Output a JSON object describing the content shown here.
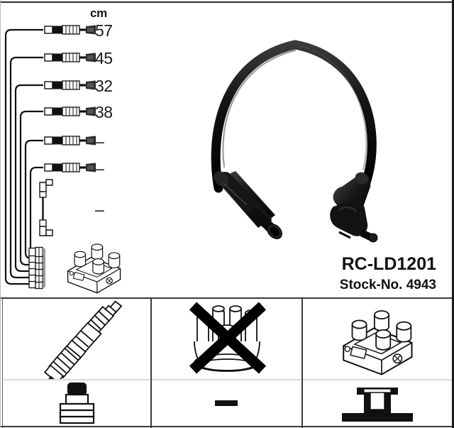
{
  "document": {
    "title": "NGK Ignition Cable Set Technical Diagram",
    "background_color": "#ffffff",
    "line_color": "#111111"
  },
  "measurements": {
    "unit_label": "cm",
    "rows": [
      {
        "index": 1,
        "length": "57",
        "has_value": true
      },
      {
        "index": 2,
        "length": "45",
        "has_value": true
      },
      {
        "index": 3,
        "length": "32",
        "has_value": true
      },
      {
        "index": 4,
        "length": "38",
        "has_value": true
      },
      {
        "index": 5,
        "length": "–",
        "has_value": false
      },
      {
        "index": 6,
        "length": "–",
        "has_value": false
      },
      {
        "index": 7,
        "length": "–",
        "has_value": false
      }
    ]
  },
  "product": {
    "code": "RC-LD1201",
    "stock_label": "Stock-No. 4943"
  },
  "schematic": {
    "name": "wire-set-schematic",
    "wire_count": 6,
    "coil_label": "ignition-coil-pack",
    "short_lead_label": "coil-to-coil-short-lead"
  },
  "cable_illustration": {
    "name": "ignition-cable-photo",
    "left_terminal": "straight-spark-plug-boot",
    "right_terminal": "right-angle-coil-boot",
    "cable_color": "#1c1c1c"
  },
  "icon_panels": [
    {
      "id": "panel-spark-plug",
      "top_icon": "spark-plug-icon",
      "top_caption": "",
      "bottom_icon": "spark-plug-boot-icon",
      "bottom_caption": "",
      "crossed_out": false
    },
    {
      "id": "panel-distributor",
      "top_icon": "distributor-cap-icon",
      "top_caption": "",
      "bottom_icon": "dash-icon",
      "bottom_caption": "–",
      "crossed_out": true
    },
    {
      "id": "panel-coil",
      "top_icon": "ignition-coil-icon",
      "top_caption": "",
      "bottom_icon": "coil-terminal-icon",
      "bottom_caption": "",
      "crossed_out": false
    }
  ]
}
